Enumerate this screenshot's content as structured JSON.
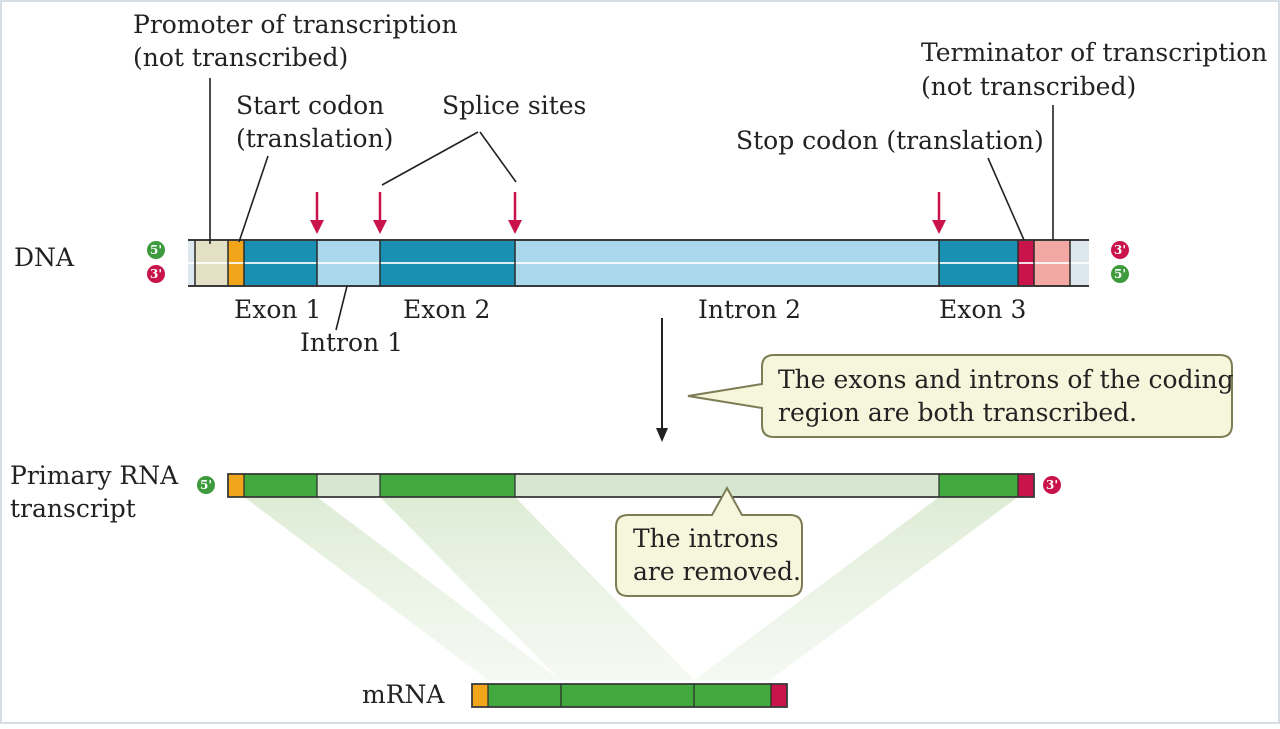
{
  "labels": {
    "promoter_line1": "Promoter of transcription",
    "promoter_line2": "(not transcribed)",
    "start_line1": "Start codon",
    "start_line2": "(translation)",
    "splice": "Splice sites",
    "terminator_line1": "Terminator of transcription",
    "terminator_line2": "(not transcribed)",
    "stop": "Stop codon (translation)",
    "dna": "DNA",
    "exon1": "Exon 1",
    "intron1": "Intron 1",
    "exon2": "Exon 2",
    "intron2": "Intron 2",
    "exon3": "Exon 3",
    "primary_line1": "Primary RNA",
    "primary_line2": "transcript",
    "mrna": "mRNA"
  },
  "ends": {
    "five_prime": "5'",
    "three_prime": "3'"
  },
  "callouts": {
    "transcribed_line1": "The exons and introns of the coding",
    "transcribed_line2": "region are both transcribed.",
    "removed_line1": "The introns",
    "removed_line2": "are removed."
  },
  "colors": {
    "exon_dna": "#1a8fb4",
    "intron_dna": "#a9d8ec",
    "promoter": "#e3e0c6",
    "start_codon": "#f1a51b",
    "stop_codon": "#c8144a",
    "terminator": "#f3a8a3",
    "exon_rna": "#42a93e",
    "intron_rna": "#d6e6d0",
    "splice_arrow": "#c8144a",
    "callout_fill": "#f6f6dc",
    "callout_stroke": "#7c7c55",
    "five_prime_circle": "#3d9a3d",
    "three_prime_circle": "#c8144a"
  }
}
